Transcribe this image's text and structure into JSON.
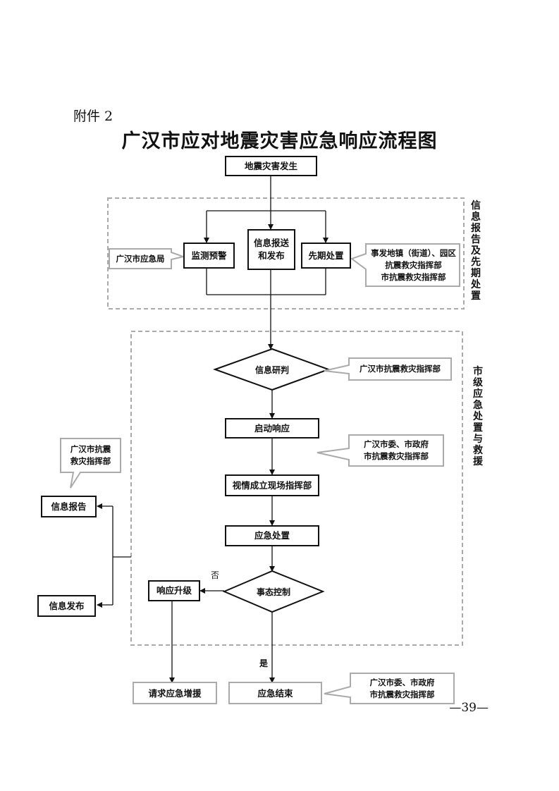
{
  "attachment": "附件 2",
  "title": "广汉市应对地震灾害应急响应流程图",
  "nodes": {
    "earthquake": "地震灾害发生",
    "monitor": "监测预警",
    "info_report_release": "信息报送和发布",
    "initial_disposal": "先期处置",
    "assess": "信息研判",
    "start_response": "启动响应",
    "field_command": "视情成立现场指挥部",
    "emergency_disposal": "应急处置",
    "situation_control": "事态控制",
    "upgrade": "响应升级",
    "request_reinforcement": "请求应急增援",
    "end": "应急结束",
    "info_report": "信息报告",
    "info_release": "信息发布"
  },
  "notes": {
    "city_emergency_bureau": "广汉市应急局",
    "town_command": "事发地镇（街道）、园区抗震救灾指挥部\n市抗震救灾指挥部",
    "city_quake_command_1": "广汉市抗震救灾指挥部",
    "city_committee_1": "广汉市委、市政府\n市抗震救灾指挥部",
    "city_quake_command_left": "广汉市抗震\n救灾指挥部",
    "city_committee_2": "广汉市委、市政府\n市抗震救灾指挥部"
  },
  "section_labels": {
    "section1": "信息报告及先期处置",
    "section2": "市级应急处置与救援"
  },
  "branch_labels": {
    "no": "否",
    "yes": "是"
  },
  "page_number": "—39—"
}
